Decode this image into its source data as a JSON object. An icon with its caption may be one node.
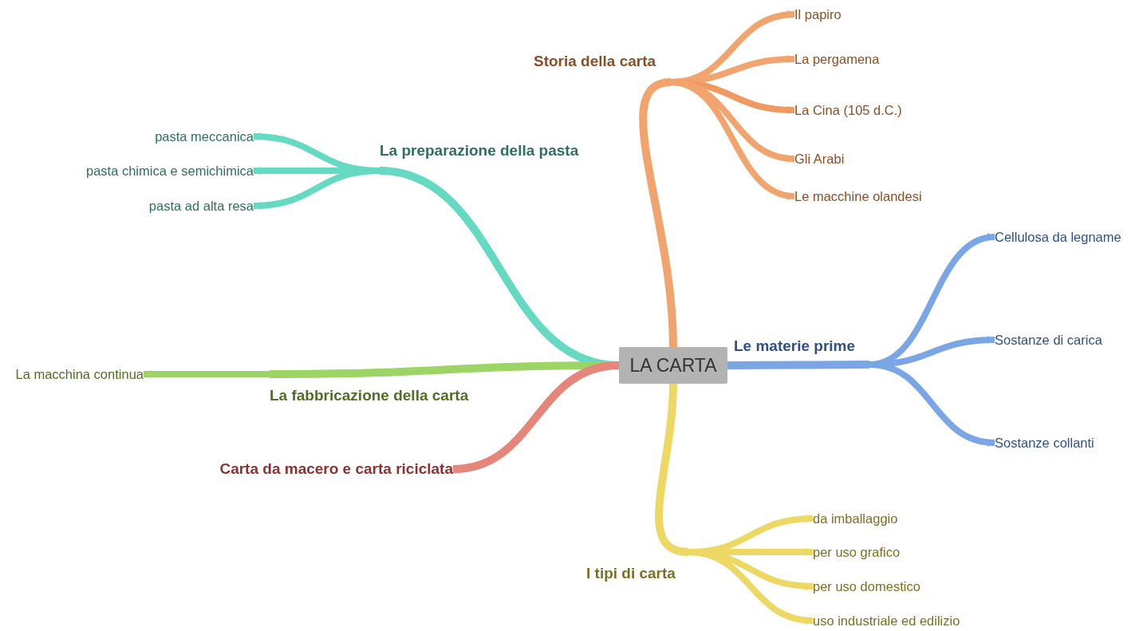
{
  "diagram": {
    "nodes": [
      {
        "text": [
          "LA CARTA"
        ]
      },
      {
        "text": [
          "Storia della carta"
        ]
      },
      {
        "text": [
          "Il papiro"
        ]
      },
      {
        "text": [
          "La pergamena"
        ]
      },
      {
        "text": [
          "La Cina (105 d.C.)"
        ]
      },
      {
        "text": [
          "Gli Arabi"
        ]
      },
      {
        "text": [
          "Le macchine olandesi"
        ]
      },
      {
        "text": [
          "La preparazione della pasta"
        ]
      },
      {
        "text": [
          "pasta meccanica"
        ]
      },
      {
        "text": [
          "pasta chimica e semichimica"
        ]
      },
      {
        "text": [
          "pasta ad alta resa"
        ]
      },
      {
        "text": [
          "Le materie prime"
        ]
      },
      {
        "text": [
          "Cellulosa da legname"
        ]
      },
      {
        "text": [
          "Sostanze di carica"
        ]
      },
      {
        "text": [
          "Sostanze collanti"
        ]
      },
      {
        "text": [
          "La fabbricazione della carta"
        ]
      },
      {
        "text": [
          "La macchina continua"
        ]
      },
      {
        "text": [
          "Carta da macero e carta riciclata"
        ]
      },
      {
        "text": [
          "I tipi di carta"
        ]
      },
      {
        "text": [
          "da imballaggio"
        ]
      },
      {
        "text": [
          "per uso grafico"
        ]
      },
      {
        "text": [
          "per uso domestico"
        ]
      },
      {
        "text": [
          "uso industriale ed edilizio"
        ]
      }
    ],
    "edges": [
      {
        "from": 0,
        "to": 1,
        "arrow": "to",
        "color": "#f2a46f"
      },
      {
        "from": 1,
        "to": 2,
        "arrow": "to",
        "color": "#f2a46f"
      },
      {
        "from": 1,
        "to": 3,
        "arrow": "to",
        "color": "#f2a46f"
      },
      {
        "from": 1,
        "to": 4,
        "arrow": "to",
        "color": "#ee9a62"
      },
      {
        "from": 1,
        "to": 5,
        "arrow": "to",
        "color": "#f2a46f"
      },
      {
        "from": 1,
        "to": 6,
        "arrow": "to",
        "color": "#f2a46f"
      },
      {
        "from": 0,
        "to": 7,
        "arrow": "to",
        "color": "#66d9c2"
      },
      {
        "from": 7,
        "to": 8,
        "arrow": "to",
        "color": "#66d9c2"
      },
      {
        "from": 7,
        "to": 9,
        "arrow": "to",
        "color": "#66d9c2"
      },
      {
        "from": 7,
        "to": 10,
        "arrow": "to",
        "color": "#66d9c2"
      },
      {
        "from": 0,
        "to": 11,
        "arrow": "to",
        "color": "#7aa6e6"
      },
      {
        "from": 11,
        "to": 12,
        "arrow": "to",
        "color": "#7aa6e6"
      },
      {
        "from": 11,
        "to": 13,
        "arrow": "to",
        "color": "#7aa6e6"
      },
      {
        "from": 11,
        "to": 14,
        "arrow": "to",
        "color": "#7aa6e6"
      },
      {
        "from": 0,
        "to": 15,
        "arrow": "to",
        "color": "#9dd466"
      },
      {
        "from": 15,
        "to": 16,
        "arrow": "to",
        "color": "#9dd466"
      },
      {
        "from": 0,
        "to": 17,
        "arrow": "to",
        "color": "#e6857a"
      },
      {
        "from": 0,
        "to": 18,
        "arrow": "to",
        "color": "#ecd863"
      },
      {
        "from": 18,
        "to": 19,
        "arrow": "to",
        "color": "#ecd863"
      },
      {
        "from": 18,
        "to": 20,
        "arrow": "to",
        "color": "#ecd863"
      },
      {
        "from": 18,
        "to": 21,
        "arrow": "to",
        "color": "#ecd863"
      },
      {
        "from": 18,
        "to": 22,
        "arrow": "to",
        "color": "#ecd863"
      }
    ]
  }
}
